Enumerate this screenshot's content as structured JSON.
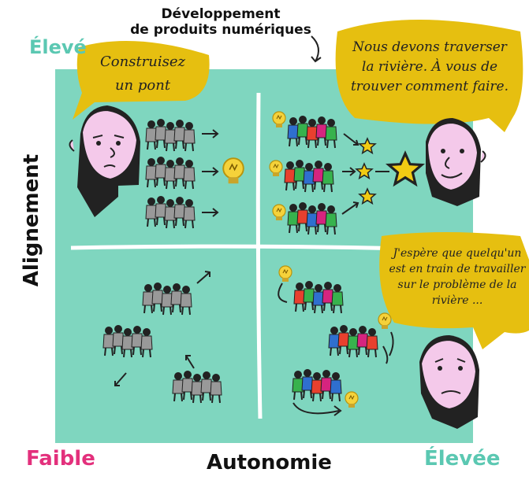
{
  "title_line1": "Développement",
  "title_line2": "de produits numériques",
  "y_axis_label": "Alignement",
  "y_top_label": "Élevé",
  "x_axis_label": "Autonomie",
  "x_low_label": "Faible",
  "x_high_label": "Élevée",
  "speech_left_1": "Construisez",
  "speech_left_2": "un pont",
  "speech_right_1": "Nous devons traverser",
  "speech_right_2": "la rivière. À vous de",
  "speech_right_3": "trouver comment faire.",
  "speech_bottom_1": "J'espère que quelqu'un",
  "speech_bottom_2": "est en train de travailler",
  "speech_bottom_3": "sur le problème de la",
  "speech_bottom_4": "rivière ...",
  "colors": {
    "quadrant_bg": "#7fd6bf",
    "speech_bubble": "#e6bf10",
    "face": "#f4c9ea",
    "label_teal": "#5bc8b2",
    "label_pink": "#e3307c",
    "team_gray": "#999999",
    "team_red": "#e8402e",
    "team_green": "#37b24d",
    "team_blue": "#2f6fcf",
    "team_magenta": "#d6247f",
    "star_yellow": "#f2cb13",
    "bulb_yellow": "#f5d23a"
  },
  "icons": [
    "person-head-icon",
    "team-icon",
    "lightbulb-icon",
    "star-icon",
    "arrow-icon",
    "speech-bubble-icon"
  ]
}
